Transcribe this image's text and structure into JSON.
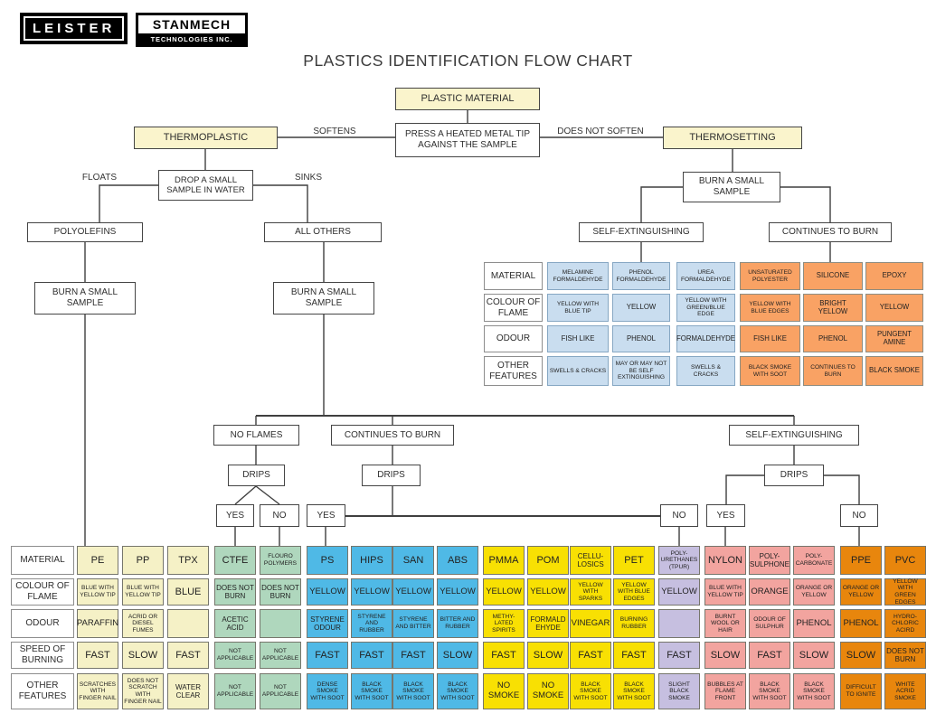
{
  "header": {
    "leister_logo": "LEISTER",
    "stanmech_logo_line1": "STANMECH",
    "stanmech_logo_line2": "TECHNOLOGIES INC.",
    "title": "PLASTICS IDENTIFICATION FLOW CHART"
  },
  "flow": {
    "plastic_material": "PLASTIC MATERIAL",
    "press_tip": "PRESS A HEATED METAL TIP AGAINST THE SAMPLE",
    "thermoplastic": "THERMOPLASTIC",
    "thermosetting": "THERMOSETTING",
    "drop_water": "DROP A SMALL SAMPLE IN WATER",
    "polyolefins": "POLYOLEFINS",
    "all_others": "ALL OTHERS",
    "burn_left": "BURN A SMALL SAMPLE",
    "burn_mid": "BURN A SMALL SAMPLE",
    "burn_thermo": "BURN A SMALL SAMPLE",
    "self_ext_thermo": "SELF-EXTINGUISHING",
    "cont_burn_thermo": "CONTINUES TO BURN",
    "no_flames": "NO FLAMES",
    "cont_burn_mid": "CONTINUES TO BURN",
    "self_ext_mid": "SELF-EXTINGUISHING",
    "drips1": "DRIPS",
    "drips2": "DRIPS",
    "drips3": "DRIPS",
    "yes1": "YES",
    "no1": "NO",
    "yes2": "YES",
    "no2": "NO",
    "yes3": "YES",
    "no3": "NO"
  },
  "edge_labels": {
    "softens": "SOFTENS",
    "does_not_soften": "DOES NOT SOFTEN",
    "floats": "FLOATS",
    "sinks": "SINKS"
  },
  "thermoset_table": {
    "row_headers": [
      "MATERIAL",
      "COLOUR OF FLAME",
      "ODOUR",
      "OTHER FEATURES"
    ],
    "group_colors": {
      "self_extinguishing": "#C9DDEF",
      "continues_to_burn": "#F9A264"
    },
    "columns": [
      {
        "group": "self_extinguishing",
        "material": "MELAMINE FORMALDEHYDE",
        "colour_of_flame": "YELLOW WITH BLUE TIP",
        "odour": "FISH LIKE",
        "other_features": "SWELLS & CRACKS"
      },
      {
        "group": "self_extinguishing",
        "material": "PHENOL FORMALDEHYDE",
        "colour_of_flame": "YELLOW",
        "odour": "PHENOL",
        "other_features": "MAY OR MAY NOT BE SELF EXTINGUISHING"
      },
      {
        "group": "self_extinguishing",
        "material": "UREA FORMALDEHYDE",
        "colour_of_flame": "YELLOW WITH GREEN/BLUE EDGE",
        "odour": "FORMALDEHYDE",
        "other_features": "SWELLS & CRACKS"
      },
      {
        "group": "continues_to_burn",
        "material": "UNSATURATED POLYESTER",
        "colour_of_flame": "YELLOW WITH BLUE EDGES",
        "odour": "FISH LIKE",
        "other_features": "BLACK SMOKE WITH SOOT"
      },
      {
        "group": "continues_to_burn",
        "material": "SILICONE",
        "colour_of_flame": "BRIGHT YELLOW",
        "odour": "PHENOL",
        "other_features": "CONTINUES TO BURN"
      },
      {
        "group": "continues_to_burn",
        "material": "EPOXY",
        "colour_of_flame": "YELLOW",
        "odour": "PUNGENT AMINE",
        "other_features": "BLACK SMOKE"
      }
    ]
  },
  "main_table": {
    "row_headers": [
      "MATERIAL",
      "COLOUR OF FLAME",
      "ODOUR",
      "SPEED OF BURNING",
      "OTHER FEATURES"
    ],
    "group_colors": {
      "polyolefins": "#F5F1C6",
      "fluoropolymers": "#AFD7BD",
      "styrenics": "#4FB9E6",
      "yellow_group": "#F8E003",
      "polyurethanes": "#C6BFE0",
      "pink_group": "#F2A49F",
      "orange_group": "#E8860D"
    },
    "columns": [
      {
        "group": "polyolefins",
        "material": "PE",
        "colour_of_flame": "BLUE WITH YELLOW TIP",
        "odour": "PARAFFIN",
        "speed_of_burning": "FAST",
        "other_features": "SCRATCHES WITH FINGER NAIL"
      },
      {
        "group": "polyolefins",
        "material": "PP",
        "colour_of_flame": "BLUE WITH YELLOW TIP",
        "odour": "ACRID OR DIESEL FUMES",
        "speed_of_burning": "SLOW",
        "other_features": "DOES NOT SCRATCH WITH FINGER NAIL"
      },
      {
        "group": "polyolefins",
        "material": "TPX",
        "colour_of_flame": "BLUE",
        "odour": "",
        "speed_of_burning": "FAST",
        "other_features": "WATER CLEAR"
      },
      {
        "group": "fluoropolymers",
        "material": "CTFE",
        "colour_of_flame": "DOES NOT BURN",
        "odour": "ACETIC ACID",
        "speed_of_burning": "NOT APPLICABLE",
        "other_features": "NOT APPLICABLE"
      },
      {
        "group": "fluoropolymers",
        "material": "FLOURO POLYMERS",
        "colour_of_flame": "DOES NOT BURN",
        "odour": "",
        "speed_of_burning": "NOT APPLICABLE",
        "other_features": "NOT APPLICABLE"
      },
      {
        "group": "styrenics",
        "material": "PS",
        "colour_of_flame": "YELLOW",
        "odour": "STYRENE ODOUR",
        "speed_of_burning": "FAST",
        "other_features": "DENSE SMOKE WITH SOOT"
      },
      {
        "group": "styrenics",
        "material": "HIPS",
        "colour_of_flame": "YELLOW",
        "odour": "STYRENE AND RUBBER",
        "speed_of_burning": "FAST",
        "other_features": "BLACK SMOKE WITH SOOT"
      },
      {
        "group": "styrenics",
        "material": "SAN",
        "colour_of_flame": "YELLOW",
        "odour": "STYRENE AND BITTER",
        "speed_of_burning": "FAST",
        "other_features": "BLACK SMOKE WITH SOOT"
      },
      {
        "group": "styrenics",
        "material": "ABS",
        "colour_of_flame": "YELLOW",
        "odour": "BITTER AND RUBBER",
        "speed_of_burning": "SLOW",
        "other_features": "BLACK SMOKE WITH SOOT"
      },
      {
        "group": "yellow_group",
        "material": "PMMA",
        "colour_of_flame": "YELLOW",
        "odour": "METHY-LATED SPIRITS",
        "speed_of_burning": "FAST",
        "other_features": "NO SMOKE"
      },
      {
        "group": "yellow_group",
        "material": "POM",
        "colour_of_flame": "YELLOW",
        "odour": "FORMALD EHYDE",
        "speed_of_burning": "SLOW",
        "other_features": "NO SMOKE"
      },
      {
        "group": "yellow_group",
        "material": "CELLU-LOSICS",
        "colour_of_flame": "YELLOW WITH SPARKS",
        "odour": "VINEGAR",
        "speed_of_burning": "FAST",
        "other_features": "BLACK SMOKE WITH SOOT"
      },
      {
        "group": "yellow_group",
        "material": "PET",
        "colour_of_flame": "YELLOW WITH BLUE EDGES",
        "odour": "BURNING RUBBER",
        "speed_of_burning": "FAST",
        "other_features": "BLACK SMOKE WITH SOOT"
      },
      {
        "group": "polyurethanes",
        "material": "POLY-URETHANES (TPUR)",
        "colour_of_flame": "YELLOW",
        "odour": "",
        "speed_of_burning": "FAST",
        "other_features": "SLIGHT BLACK SMOKE"
      },
      {
        "group": "pink_group",
        "material": "NYLON",
        "colour_of_flame": "BLUE WITH YELLOW TIP",
        "odour": "BURNT WOOL OR HAIR",
        "speed_of_burning": "SLOW",
        "other_features": "BUBBLES AT FLAME FRONT"
      },
      {
        "group": "pink_group",
        "material": "POLY-SULPHONE",
        "colour_of_flame": "ORANGE",
        "odour": "ODOUR OF SULPHUR",
        "speed_of_burning": "FAST",
        "other_features": "BLACK SMOKE WITH SOOT"
      },
      {
        "group": "pink_group",
        "material": "POLY-CARBONATE",
        "colour_of_flame": "ORANGE OR YELLOW",
        "odour": "PHENOL",
        "speed_of_burning": "SLOW",
        "other_features": "BLACK SMOKE WITH SOOT"
      },
      {
        "group": "orange_group",
        "material": "PPE",
        "colour_of_flame": "ORANGE OR YELLOW",
        "odour": "PHENOL",
        "speed_of_burning": "SLOW",
        "other_features": "DIFFICULT TO IGNITE"
      },
      {
        "group": "orange_group",
        "material": "PVC",
        "colour_of_flame": "YELLOW WITH GREEN EDGES",
        "odour": "HYDRO-CHLORIC ACIRD",
        "speed_of_burning": "DOES NOT BURN",
        "other_features": "WHITE ACRID SMOKE"
      }
    ]
  }
}
